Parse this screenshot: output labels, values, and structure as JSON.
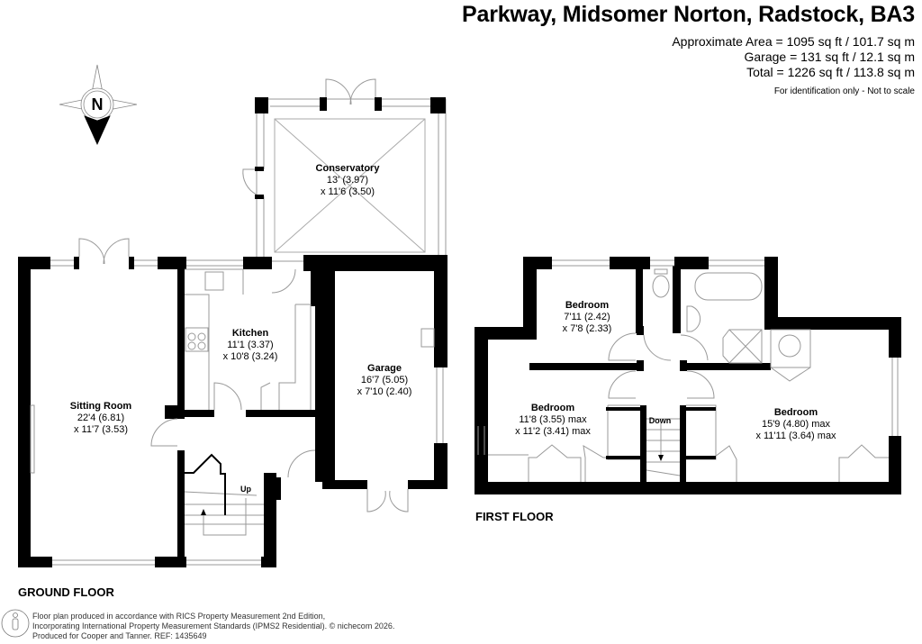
{
  "header": {
    "title": "Parkway, Midsomer Norton, Radstock, BA3",
    "area_lines": [
      "Approximate Area = 1095 sq ft / 101.7 sq m",
      "Garage = 131 sq ft / 12.1 sq m",
      "Total = 1226 sq ft / 113.8 sq m"
    ],
    "note": "For identification only - Not to scale"
  },
  "compass": {
    "label": "N",
    "icon": "compass-rose-icon"
  },
  "ground_floor": {
    "label": "GROUND FLOOR",
    "rooms": [
      {
        "name": "Conservatory",
        "dim1": "13' (3.97)",
        "dim2": "x 11'6 (3.50)"
      },
      {
        "name": "Kitchen",
        "dim1": "11'1 (3.37)",
        "dim2": "x 10'8 (3.24)"
      },
      {
        "name": "Sitting Room",
        "dim1": "22'4 (6.81)",
        "dim2": "x 11'7 (3.53)"
      },
      {
        "name": "Garage",
        "dim1": "16'7 (5.05)",
        "dim2": "x 7'10 (2.40)"
      }
    ],
    "stairs_label": "Up"
  },
  "first_floor": {
    "label": "FIRST FLOOR",
    "rooms": [
      {
        "name": "Bedroom",
        "dim1": "7'11 (2.42)",
        "dim2": "x 7'8 (2.33)"
      },
      {
        "name": "Bedroom",
        "dim1": "11'8 (3.55) max",
        "dim2": "x 11'2 (3.41) max"
      },
      {
        "name": "Bedroom",
        "dim1": "15'9 (4.80) max",
        "dim2": "x 11'11 (3.64) max"
      }
    ],
    "stairs_label": "Down"
  },
  "footer": {
    "lines": [
      "Floor plan produced in accordance with RICS Property Measurement 2nd Edition,",
      "Incorporating International Property Measurement Standards (IPMS2 Residential).   © nichecom 2026.",
      "Produced for Cooper and Tanner.   REF:  1435649"
    ],
    "icon": "person-info-icon"
  }
}
